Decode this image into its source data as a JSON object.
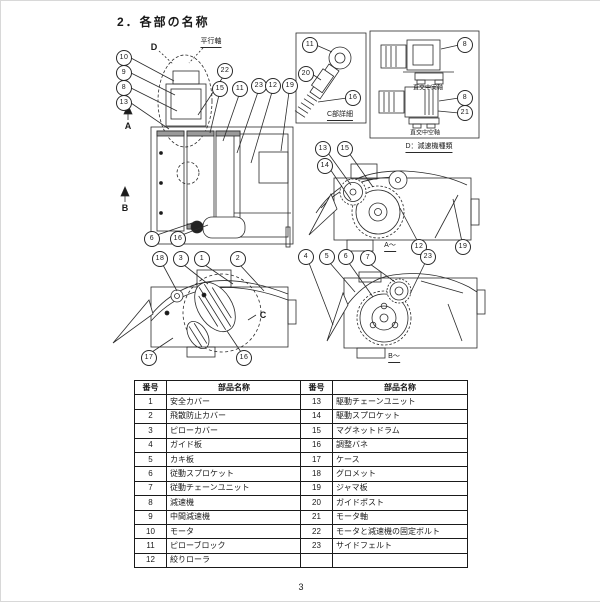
{
  "page": {
    "title": "2．各部の名称",
    "page_number": "3"
  },
  "diagrams": {
    "plan_view": {
      "label_d": "D",
      "label_parallel_shaft": "平行軸",
      "label_a": "A",
      "label_b": "B",
      "callouts": [
        "10",
        "9",
        "8",
        "13",
        "22",
        "15",
        "11",
        "23",
        "12",
        "19",
        "6",
        "16"
      ]
    },
    "c_detail": {
      "caption": "C部詳細",
      "callouts": [
        "11",
        "20",
        "16"
      ]
    },
    "reducer_types": {
      "caption": "D：減速機種類",
      "label_solid": "直交中実軸",
      "label_hollow": "直交中空軸",
      "callouts": [
        "8",
        "8",
        "21"
      ]
    },
    "view_a": {
      "caption": "A～",
      "callouts": [
        "13",
        "15",
        "14",
        "12",
        "19"
      ]
    },
    "view_c": {
      "label_c": "C",
      "callouts": [
        "18",
        "3",
        "1",
        "2",
        "17",
        "16"
      ]
    },
    "view_b": {
      "caption": "B～",
      "callouts": [
        "4",
        "5",
        "6",
        "7",
        "23"
      ]
    }
  },
  "parts_table": {
    "headers": {
      "no": "番号",
      "name": "部品名称"
    },
    "left": [
      {
        "no": "1",
        "name": "安全カバー"
      },
      {
        "no": "2",
        "name": "飛散防止カバー"
      },
      {
        "no": "3",
        "name": "ピローカバー"
      },
      {
        "no": "4",
        "name": "ガイド板"
      },
      {
        "no": "5",
        "name": "カキ板"
      },
      {
        "no": "6",
        "name": "従動スプロケット"
      },
      {
        "no": "7",
        "name": "従動チェーンユニット"
      },
      {
        "no": "8",
        "name": "減速機"
      },
      {
        "no": "9",
        "name": "中間減速機"
      },
      {
        "no": "10",
        "name": "モータ"
      },
      {
        "no": "11",
        "name": "ピローブロック"
      },
      {
        "no": "12",
        "name": "絞りローラ"
      }
    ],
    "right": [
      {
        "no": "13",
        "name": "駆動チェーンユニット"
      },
      {
        "no": "14",
        "name": "駆動スプロケット"
      },
      {
        "no": "15",
        "name": "マグネットドラム"
      },
      {
        "no": "16",
        "name": "調整バネ"
      },
      {
        "no": "17",
        "name": "ケース"
      },
      {
        "no": "18",
        "name": "グロメット"
      },
      {
        "no": "19",
        "name": "ジャマ板"
      },
      {
        "no": "20",
        "name": "ガイドポスト"
      },
      {
        "no": "21",
        "name": "モータ軸"
      },
      {
        "no": "22",
        "name": "モータと減速機の固定ボルト"
      },
      {
        "no": "23",
        "name": "サイドフェルト"
      },
      {
        "no": "",
        "name": ""
      }
    ]
  }
}
